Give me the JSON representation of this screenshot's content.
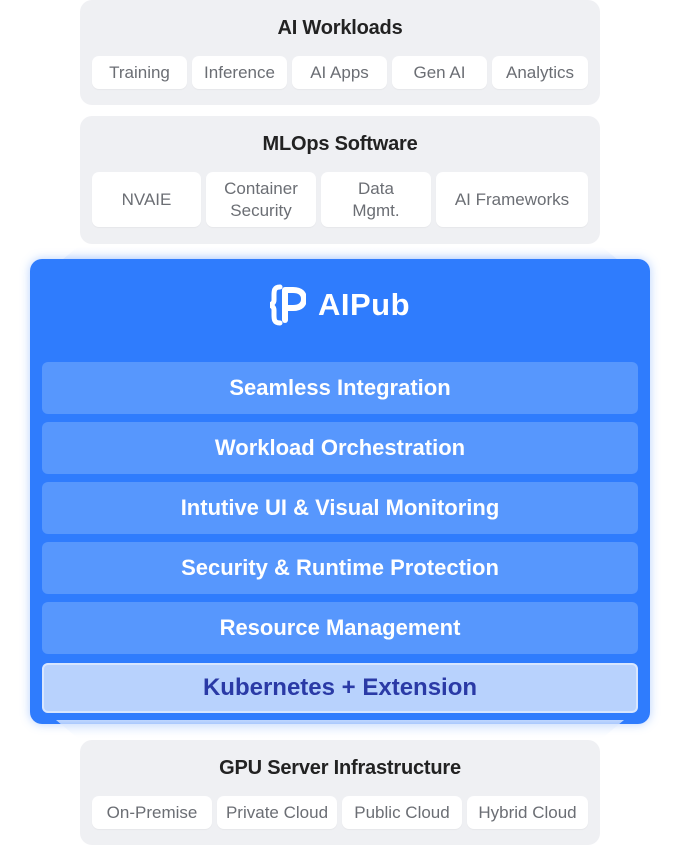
{
  "ai_workloads": {
    "title": "AI Workloads",
    "items": [
      "Training",
      "Inference",
      "AI Apps",
      "Gen AI",
      "Analytics"
    ]
  },
  "mlops": {
    "title": "MLOps Software",
    "items": [
      "NVAIE",
      "Container\nSecurity",
      "Data\nMgmt.",
      "AI Frameworks"
    ]
  },
  "aipub": {
    "logo_text": "AIPub",
    "layers": [
      "Seamless Integration",
      "Workload Orchestration",
      "Intutive UI & Visual Monitoring",
      "Security & Runtime Protection",
      "Resource Management"
    ],
    "base_layer": "Kubernetes + Extension",
    "colors": {
      "panel": "#2f7cfd",
      "layer": "#5797fd",
      "base_layer": "#b8d2fd",
      "base_text": "#2a3aa6"
    }
  },
  "gpu": {
    "title": "GPU Server Infrastructure",
    "items": [
      "On-Premise",
      "Private Cloud",
      "Public Cloud",
      "Hybrid Cloud"
    ]
  }
}
